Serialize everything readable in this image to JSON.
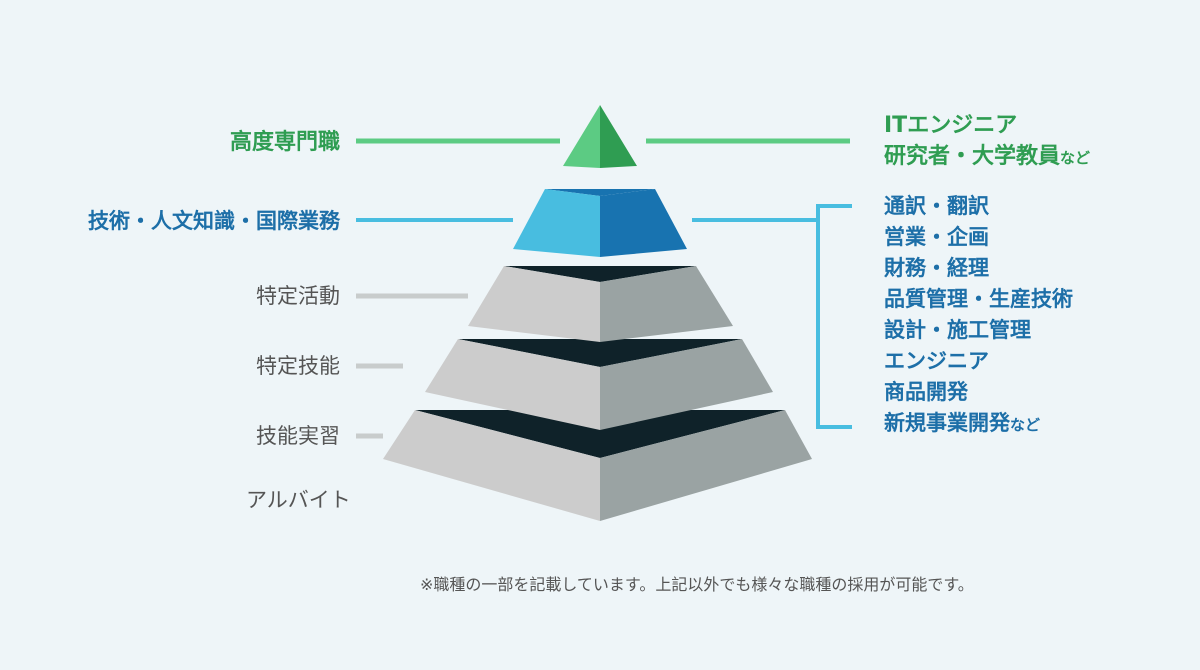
{
  "colors": {
    "background": "#eef5f8",
    "green_light": "#5ccb83",
    "green_dark": "#2f9d52",
    "blue_light": "#48bde0",
    "blue_dark": "#1873b0",
    "gray_light": "#cccccc",
    "gray_dark": "#9aa3a3",
    "tier_top": "#0f2229",
    "connector_green": "#5ccb83",
    "connector_blue": "#48bde0",
    "connector_gray": "#c8cccc"
  },
  "tiers": [
    {
      "label": "高度専門職"
    },
    {
      "label": "技術・人文知識・国際業務"
    },
    {
      "label": "特定活動"
    },
    {
      "label": "特定技能"
    },
    {
      "label": "技能実習"
    },
    {
      "label": "アルバイト"
    }
  ],
  "right_top": {
    "lines": [
      "ITエンジニア",
      "研究者・大学教員"
    ],
    "suffix": "など"
  },
  "right_list": {
    "items": [
      "通訳・翻訳",
      "営業・企画",
      "財務・経理",
      "品質管理・生産技術",
      "設計・施工管理",
      "エンジニア",
      "商品開発",
      "新規事業開発"
    ],
    "suffix": "など"
  },
  "footnote": "※職種の一部を記載しています。上記以外でも様々な職種の採用が可能です。"
}
